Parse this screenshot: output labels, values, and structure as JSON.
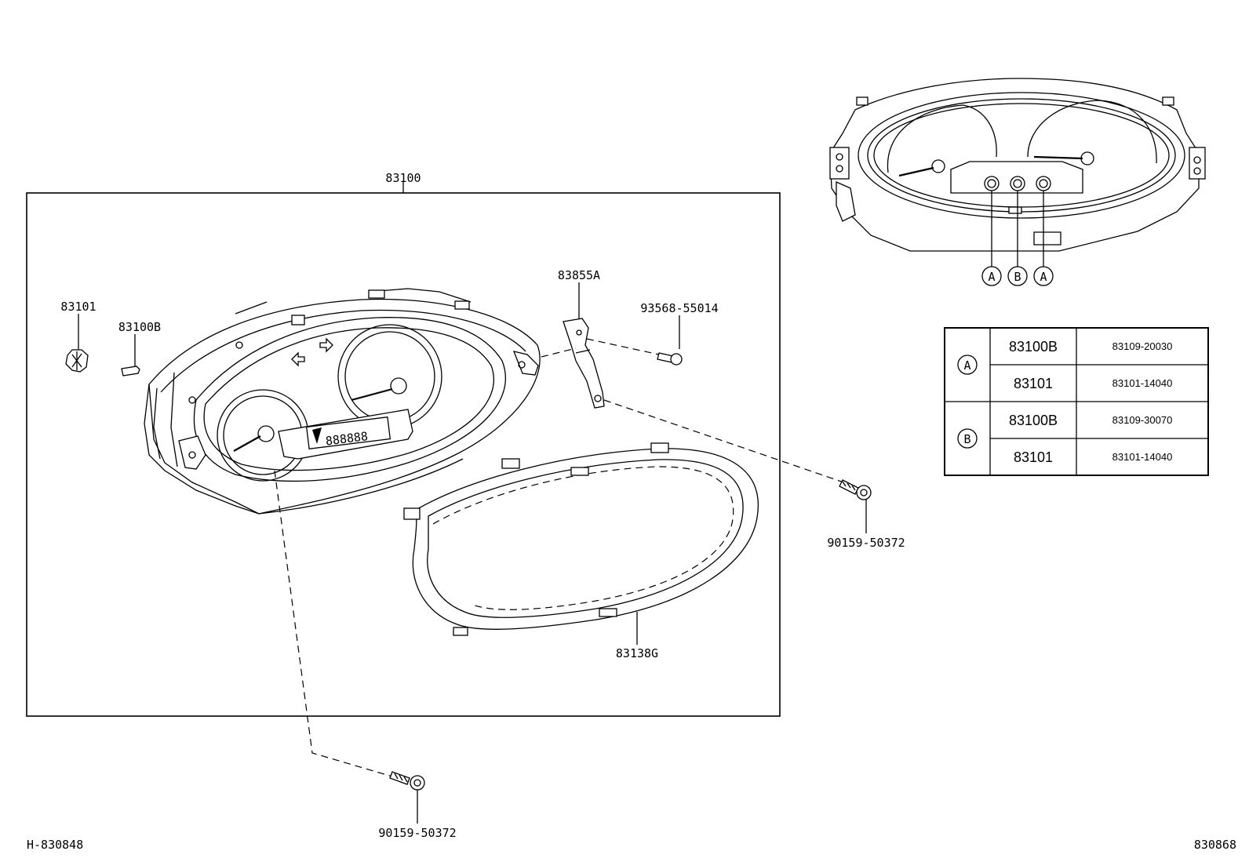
{
  "diagram_id": "H-830848",
  "figure_no": "830868",
  "callouts": {
    "assembly": "83100",
    "bulb_socket": "83101",
    "bulb": "83100B",
    "bracket": "83855A",
    "screw_small": "93568-55014",
    "screw_right": "90159-50372",
    "screw_bottom": "90159-50372",
    "glass_frame": "83138G"
  },
  "inset": {
    "markers": [
      "A",
      "B",
      "A"
    ]
  },
  "table": {
    "rows": [
      {
        "group": "A",
        "ref": "83100B",
        "part_no": "83109-20030"
      },
      {
        "group": "A",
        "ref": "83101",
        "part_no": "83101-14040"
      },
      {
        "group": "B",
        "ref": "83100B",
        "part_no": "83109-30070"
      },
      {
        "group": "B",
        "ref": "83101",
        "part_no": "83101-14040"
      }
    ]
  }
}
